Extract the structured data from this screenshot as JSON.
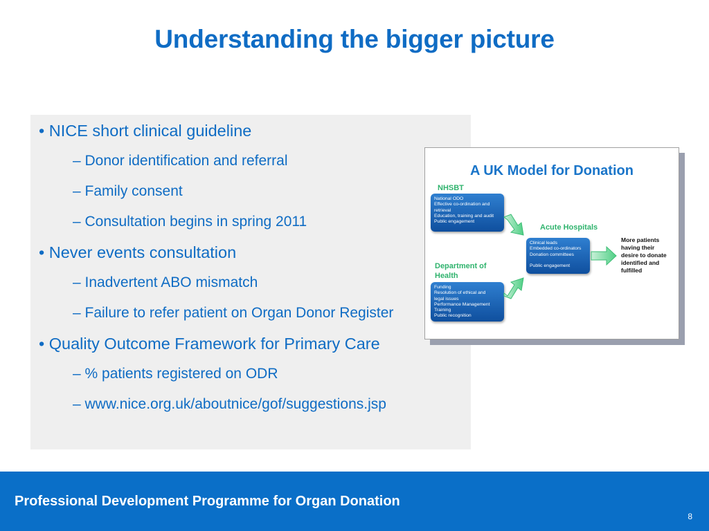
{
  "title": "Understanding the bigger picture",
  "bullets": [
    {
      "text": "• NICE short clinical guideline",
      "sub": [
        "– Donor identification and referral",
        "– Family consent",
        "– Consultation begins in spring 2011"
      ]
    },
    {
      "text": "• Never events consultation",
      "sub": [
        "– Inadvertent ABO mismatch",
        "– Failure to refer patient on Organ Donor Register"
      ]
    },
    {
      "text": "• Quality Outcome Framework for Primary Care",
      "sub": [
        "– % patients registered on ODR",
        "– www.nice.org.uk/aboutnice/gof/suggestions.jsp"
      ]
    }
  ],
  "diagram": {
    "title": "A UK Model for Donation",
    "nhsbt": {
      "label": "NHSBT",
      "lines": [
        "National ODO",
        "Effective  co-ordination and",
        "retrieval",
        "Education, training and audit",
        "Public engagement"
      ]
    },
    "acute": {
      "label": "Acute Hospitals",
      "lines": [
        "Clinical leads",
        "Embedded co-ordinators",
        "Donation committees",
        "",
        "Public engagement"
      ]
    },
    "doh": {
      "label_line1": "Department of",
      "label_line2": "Health",
      "lines": [
        "Funding",
        "Resolution of ethical and",
        "legal issues",
        "Performance Management",
        "Training",
        "Public recognition"
      ]
    },
    "outcome": [
      "More patients",
      "having their",
      "desire to donate",
      "identified and",
      "fulfilled"
    ]
  },
  "footer": {
    "text": "Professional Development Programme for Organ Donation",
    "page_number": "8"
  },
  "colors": {
    "accent_blue": "#0f6cc4",
    "footer_blue": "#0a6fc8",
    "label_green": "#2fb36d",
    "box_blue": "#1a5fae"
  }
}
